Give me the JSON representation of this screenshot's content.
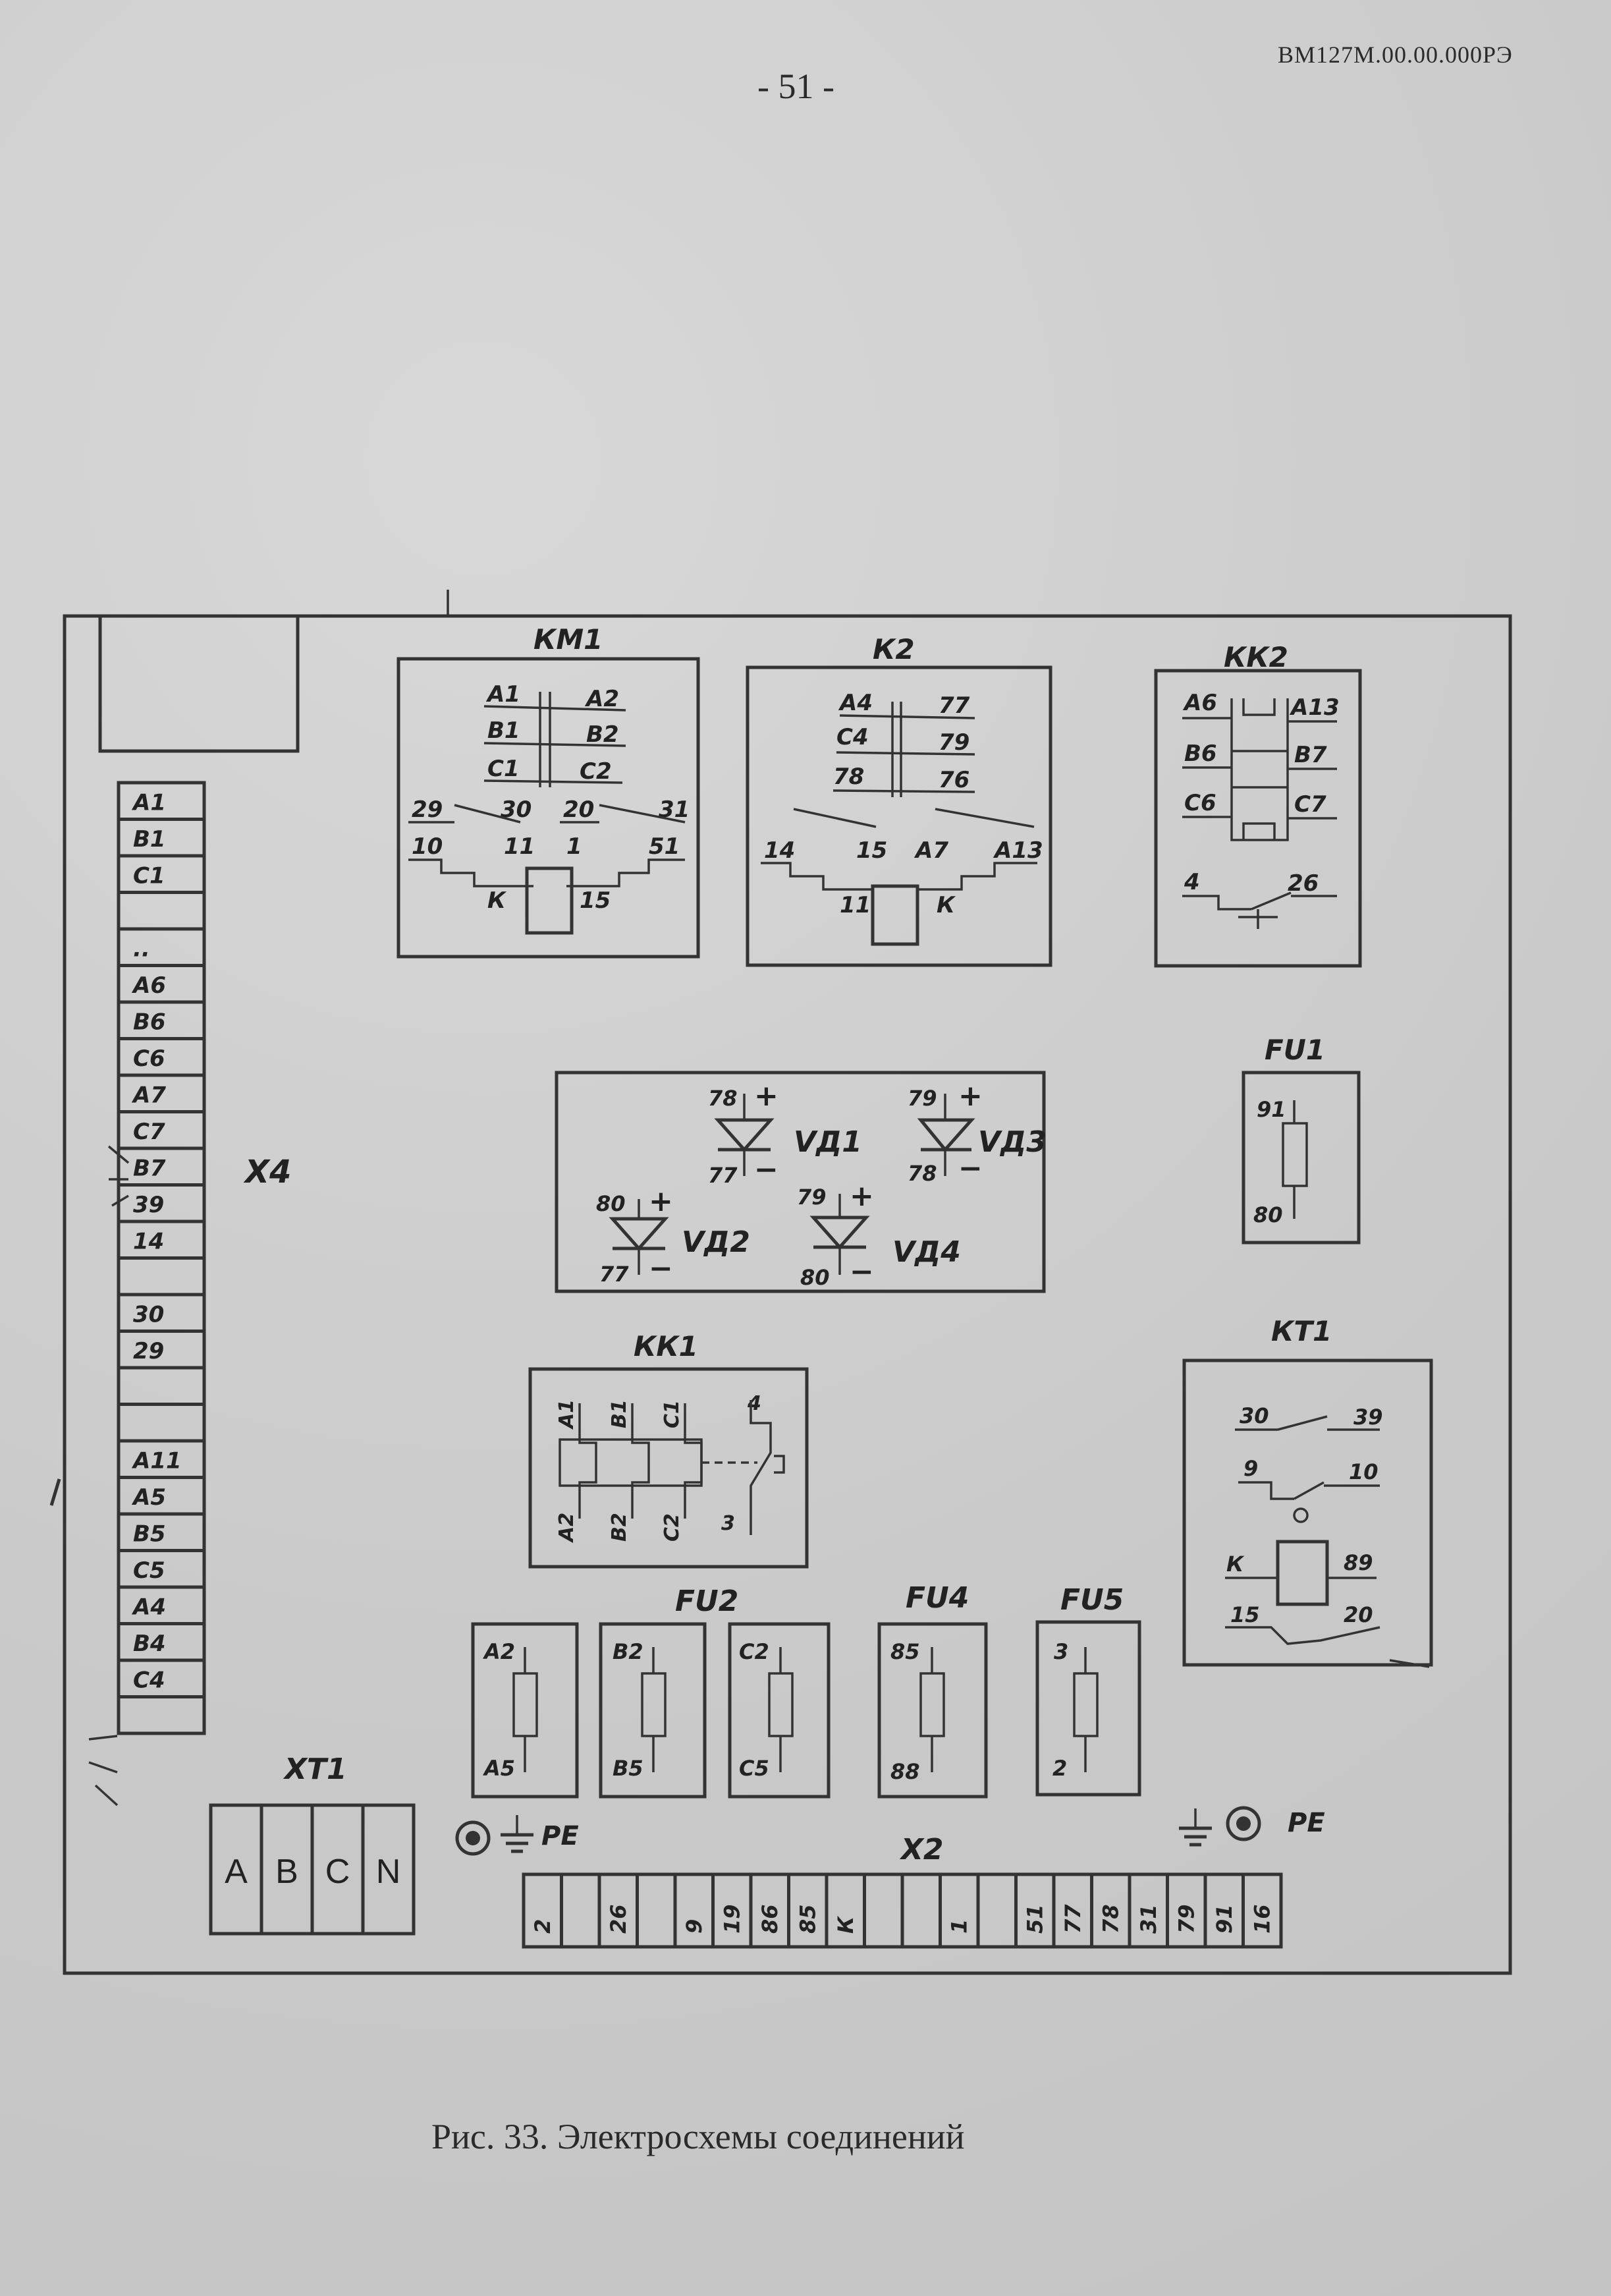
{
  "header": {
    "page_number": "- 51 -",
    "doc_code": "ВМ127М.00.00.000РЭ"
  },
  "caption": "Рис. 33. Электросхемы соединений",
  "blocks": {
    "km1": {
      "title": "КМ1",
      "a1": "А1",
      "a2": "А2",
      "b1": "В1",
      "b2": "В2",
      "c1": "С1",
      "c2": "С2",
      "n29": "29",
      "n30": "30",
      "n20": "20",
      "n31": "31",
      "n10": "10",
      "n11": "11",
      "n1": "1",
      "n51": "51",
      "k": "К",
      "n15": "15"
    },
    "k2": {
      "title": "К2",
      "a4": "А4",
      "n77": "77",
      "c4": "С4",
      "n79": "79",
      "n78": "78",
      "n76": "76",
      "n14": "14",
      "n15": "15",
      "a7": "А7",
      "a13": "А13",
      "n11": "11",
      "k": "К"
    },
    "kk2": {
      "title": "КК2",
      "a6": "А6",
      "a13": "А13",
      "b6": "В6",
      "b7": "В7",
      "c6": "С6",
      "c7": "С7",
      "n4": "4",
      "n26": "26"
    },
    "fu1": {
      "title": "FU1",
      "top": "91",
      "bottom": "80"
    },
    "diodes": {
      "vd1": {
        "name": "VД1",
        "plus_pin": "78",
        "minus_pin": "77",
        "plus": "+",
        "minus": "−"
      },
      "vd3": {
        "name": "VД3",
        "plus_pin": "79",
        "minus_pin": "78",
        "plus": "+",
        "minus": "−"
      },
      "vd2": {
        "name": "VД2",
        "plus_pin": "80",
        "minus_pin": "77",
        "plus": "+",
        "minus": "−"
      },
      "vd4": {
        "name": "VД4",
        "plus_pin": "79",
        "minus_pin": "80",
        "plus": "+",
        "minus": "−"
      }
    },
    "kk1": {
      "title": "КК1",
      "a1": "А1",
      "b1": "В1",
      "c1": "С1",
      "n4": "4",
      "a2": "А2",
      "b2": "В2",
      "c2": "С2",
      "n3": "3"
    },
    "kt1": {
      "title": "КТ1",
      "n30": "30",
      "n39": "39",
      "n9": "9",
      "n10": "10",
      "k": "К",
      "n89": "89",
      "n15": "15",
      "n20": "20"
    },
    "fu2": {
      "title": "FU2",
      "fuses": [
        {
          "top": "А2",
          "bottom": "А5"
        },
        {
          "top": "В2",
          "bottom": "В5"
        },
        {
          "top": "С2",
          "bottom": "С5"
        }
      ]
    },
    "fu4": {
      "title": "FU4",
      "top": "85",
      "bottom": "88"
    },
    "fu5": {
      "title": "FU5",
      "top": "3",
      "bottom": "2"
    }
  },
  "x4": {
    "label": "Х4",
    "terminals": [
      "А1",
      "В1",
      "С1",
      "",
      "..",
      "А6",
      "В6",
      "С6",
      "А7",
      "С7",
      "В7",
      "39",
      "14",
      "",
      "30",
      "29",
      "",
      "",
      "А11",
      "А5",
      "В5",
      "С5",
      "А4",
      "В4",
      "С4",
      ""
    ]
  },
  "xt1": {
    "label": "ХТ1",
    "terminals": [
      "A",
      "B",
      "C",
      "N"
    ]
  },
  "pe": {
    "left": "PE",
    "right": "PE"
  },
  "x2": {
    "label": "Х2",
    "terminals": [
      "2",
      "",
      "26",
      "",
      "9",
      "19",
      "86",
      "85",
      "К",
      "",
      "",
      "1",
      "",
      "51",
      "77",
      "78",
      "31",
      "79",
      "91",
      "16"
    ]
  }
}
